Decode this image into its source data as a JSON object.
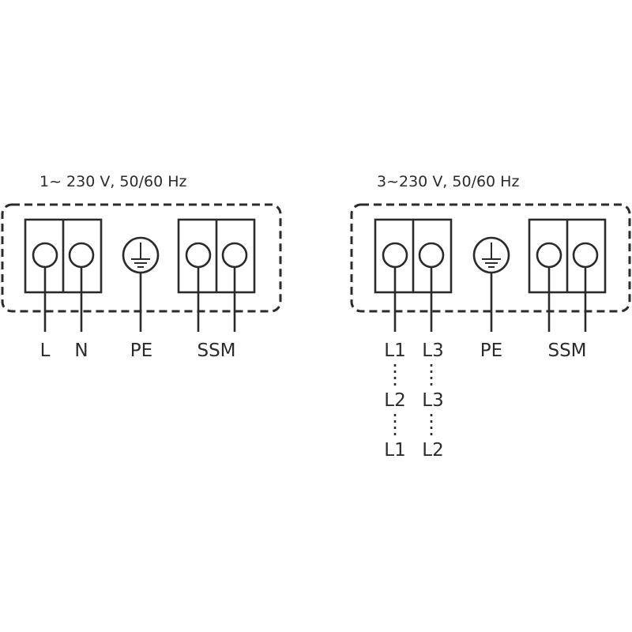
{
  "left_panel": {
    "title": "1~ 230 V, 50/60 Hz",
    "labels": {
      "l": "L",
      "n": "N",
      "pe": "PE",
      "ssm": "SSM"
    }
  },
  "right_panel": {
    "title": "3~230 V, 50/60 Hz",
    "labels": {
      "l1": "L1",
      "l3": "L3",
      "pe": "PE",
      "ssm": "SSM"
    },
    "alt_rows": [
      {
        "left": "L2",
        "right": "L3"
      },
      {
        "left": "L1",
        "right": "L2"
      }
    ]
  }
}
